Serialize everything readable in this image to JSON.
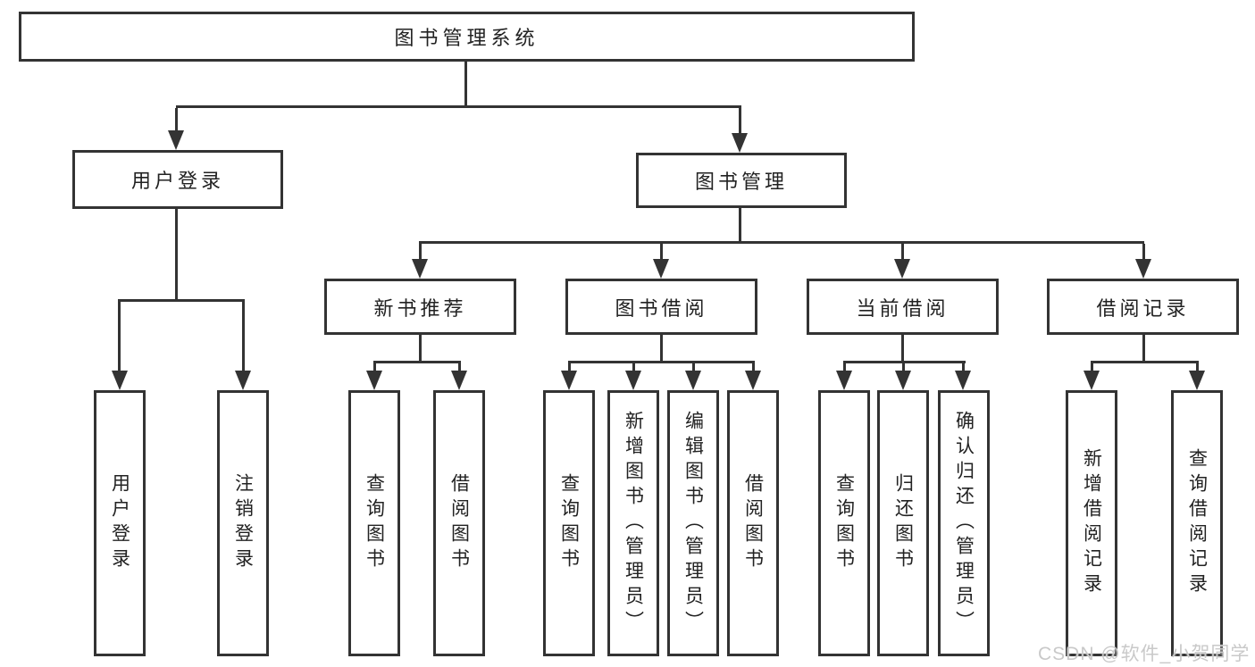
{
  "diagram": {
    "root": {
      "label": "图书管理系统"
    },
    "branches": [
      {
        "label": "用户登录",
        "children": [
          {
            "label": "用户登录"
          },
          {
            "label": "注销登录"
          }
        ]
      },
      {
        "label": "图书管理",
        "children": [
          {
            "label": "新书推荐",
            "children": [
              {
                "label": "查询图书"
              },
              {
                "label": "借阅图书"
              }
            ]
          },
          {
            "label": "图书借阅",
            "children": [
              {
                "label": "查询图书"
              },
              {
                "label": "新增图书（管理员）"
              },
              {
                "label": "编辑图书（管理员）"
              },
              {
                "label": "借阅图书"
              }
            ]
          },
          {
            "label": "当前借阅",
            "children": [
              {
                "label": "查询图书"
              },
              {
                "label": "归还图书"
              },
              {
                "label": "确认归还（管理员）"
              }
            ]
          },
          {
            "label": "借阅记录",
            "children": [
              {
                "label": "新增借阅记录"
              },
              {
                "label": "查询借阅记录"
              }
            ]
          }
        ]
      }
    ]
  },
  "watermark": {
    "text": "CSDN @软件_小贺同学"
  },
  "colors": {
    "line": "#333333",
    "text": "#222222",
    "background": "#ffffff",
    "watermark": "#c9c9c9"
  }
}
